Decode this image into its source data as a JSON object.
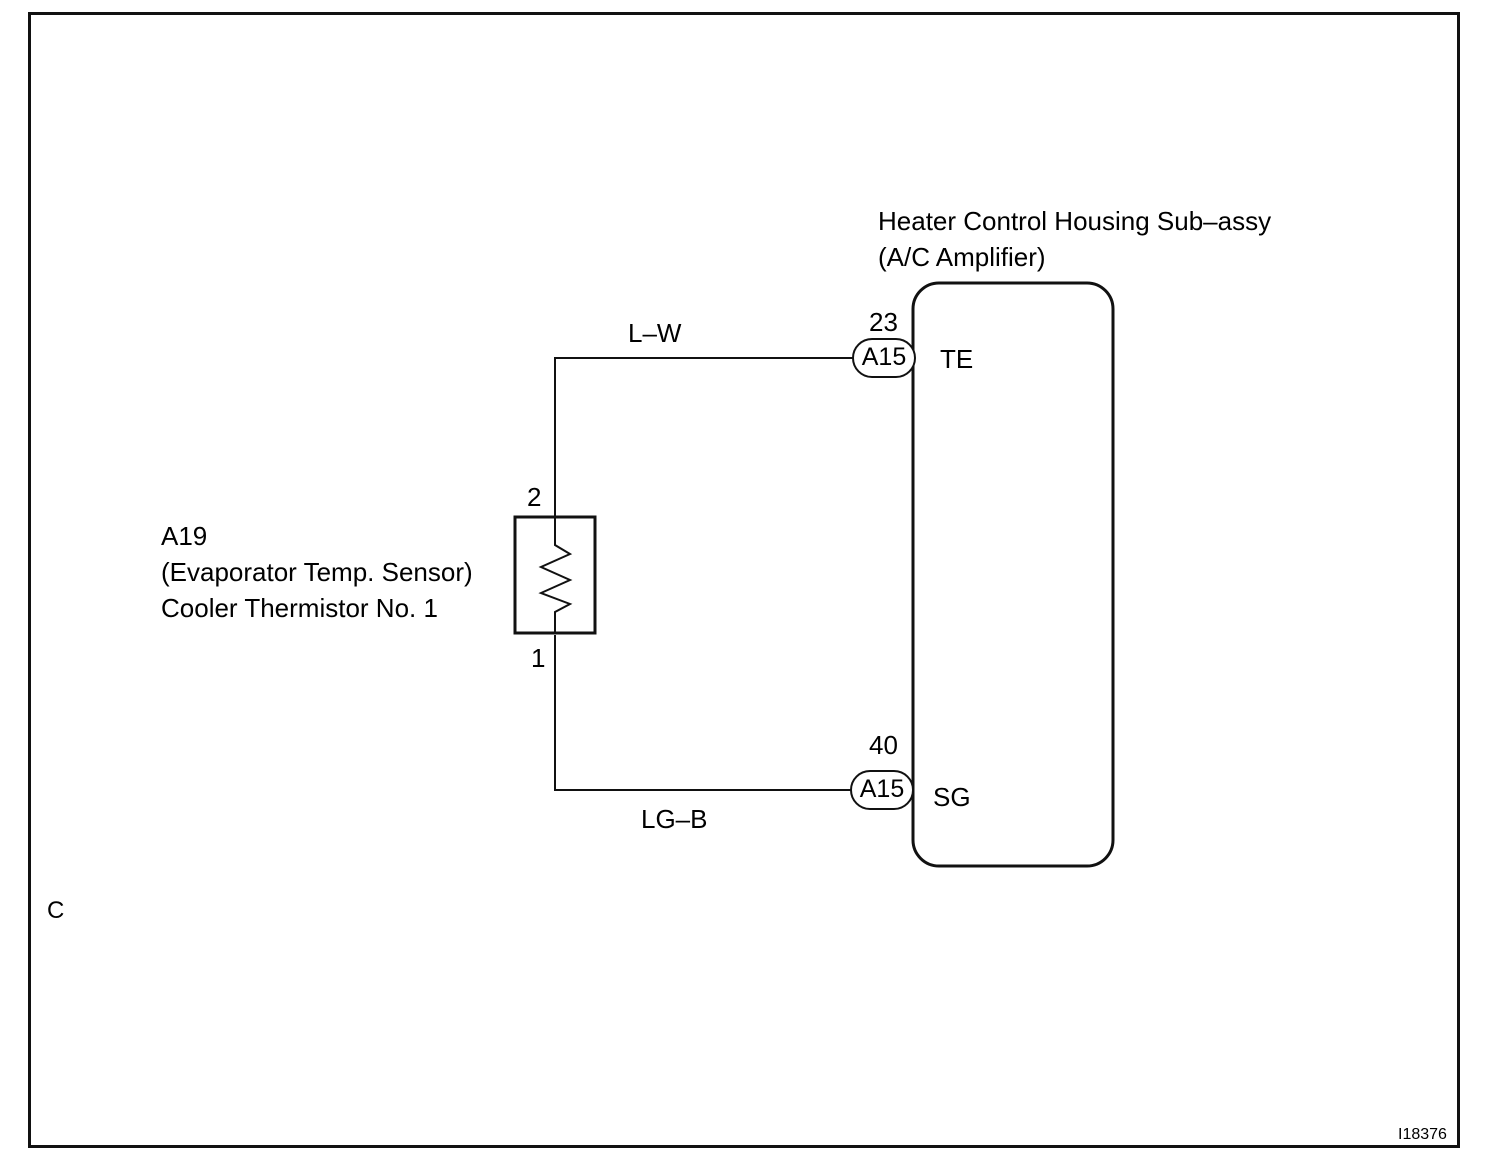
{
  "amplifier": {
    "title_line1": "Heater Control Housing Sub–assy",
    "title_line2": "(A/C Amplifier)",
    "terminal_te": "TE",
    "terminal_sg": "SG"
  },
  "sensor": {
    "code": "A19",
    "name_line1": "(Evaporator Temp. Sensor)",
    "name_line2": "Cooler Thermistor No. 1",
    "pin_top": "2",
    "pin_bottom": "1"
  },
  "wires": {
    "top_color": "L–W",
    "bottom_color": "LG–B"
  },
  "connectors": {
    "top": {
      "code": "A15",
      "pin": "23"
    },
    "bottom": {
      "code": "A15",
      "pin": "40"
    }
  },
  "corner_letter": "C",
  "figure_id": "I18376"
}
